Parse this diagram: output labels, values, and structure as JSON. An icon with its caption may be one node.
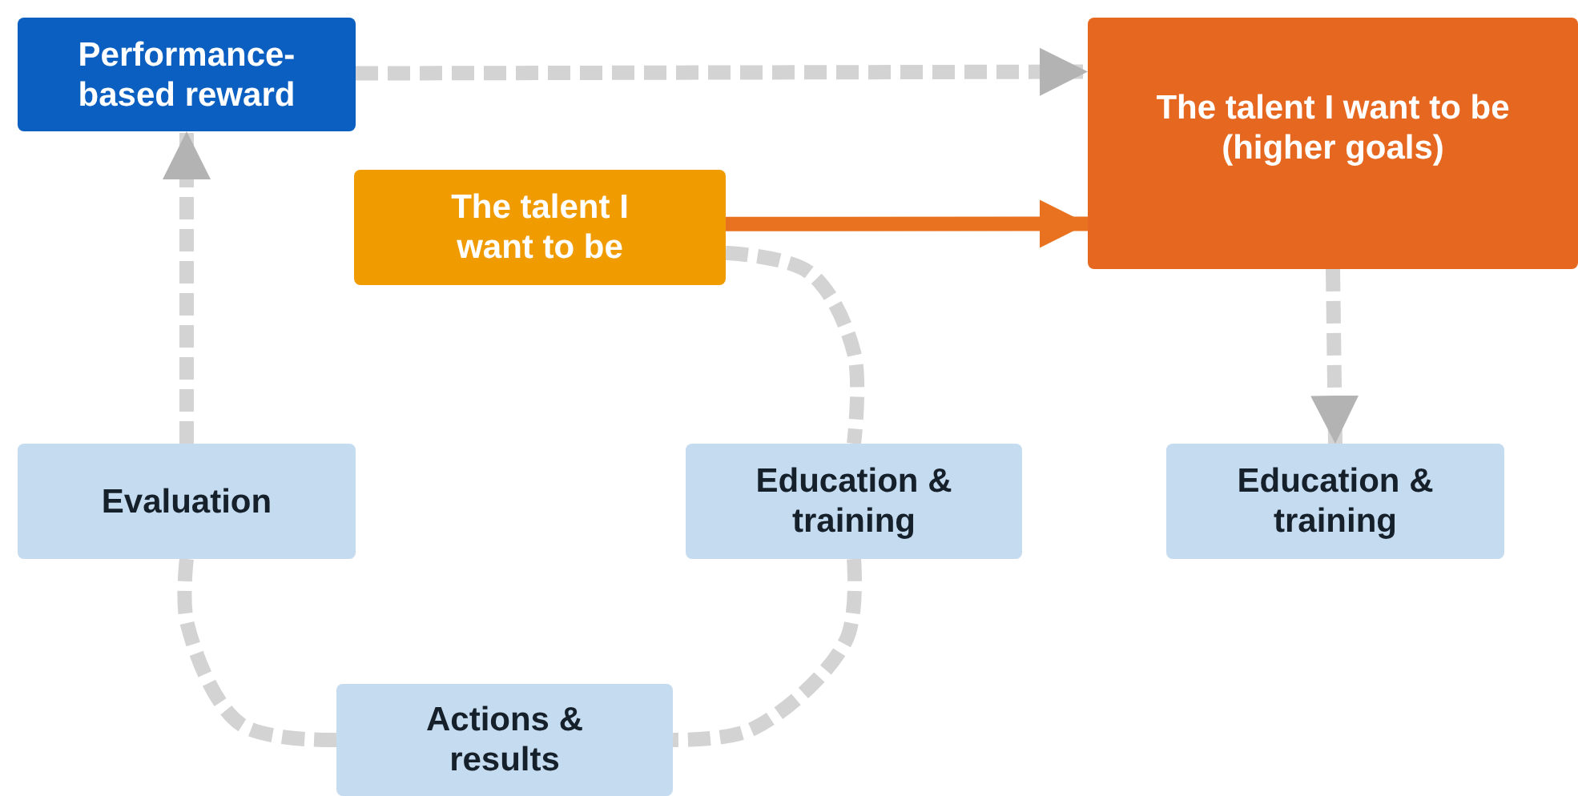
{
  "diagram": {
    "nodes": [
      {
        "text": [
          "Performance-based reward"
        ]
      },
      {
        "text": [
          "The talent I want to be"
        ]
      },
      {
        "text": [
          "The talent I want to be (higher goals)"
        ]
      },
      {
        "text": [
          "Evaluation"
        ]
      },
      {
        "text": [
          "Education & training"
        ]
      },
      {
        "text": [
          "Education & training"
        ]
      },
      {
        "text": [
          "Actions & results"
        ]
      }
    ],
    "edges": [
      {
        "from": 0,
        "to": 2,
        "arrow": "to",
        "style": "dashed"
      },
      {
        "from": 1,
        "to": 2,
        "arrow": "to",
        "color": "#e8721f"
      },
      {
        "from": 2,
        "to": 5,
        "arrow": "to",
        "style": "dashed"
      },
      {
        "from": 3,
        "to": 0,
        "arrow": "to",
        "style": "dashed"
      },
      {
        "from": 1,
        "to": 4,
        "arrow": "none",
        "style": "dashed"
      },
      {
        "from": 4,
        "to": 6,
        "arrow": "none",
        "style": "dashed"
      },
      {
        "from": 6,
        "to": 3,
        "arrow": "none",
        "style": "dashed"
      }
    ]
  }
}
